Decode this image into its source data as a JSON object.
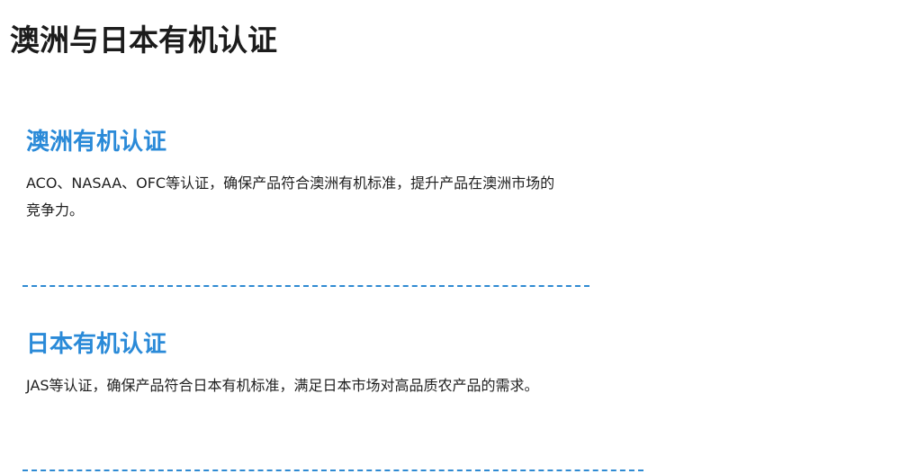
{
  "page": {
    "title": "澳洲与日本有机认证"
  },
  "sections": [
    {
      "heading": "澳洲有机认证",
      "text": "ACO、NASAA、OFC等认证，确保产品符合澳洲有机标准，提升产品在澳洲市场的竞争力。"
    },
    {
      "heading": "日本有机认证",
      "text": "JAS等认证，确保产品符合日本有机标准，满足日本市场对高品质农产品的需求。"
    }
  ],
  "colors": {
    "heading_accent": "#2a8ad8",
    "divider": "#2f8ad2",
    "title": "#1c1c1c"
  }
}
